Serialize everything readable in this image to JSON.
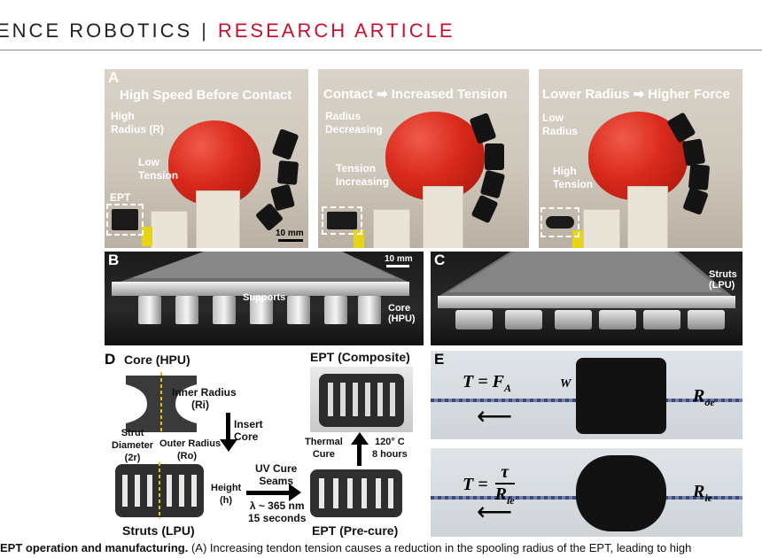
{
  "header": {
    "journal": "ENCE ROBOTICS",
    "separator": "|",
    "section": "RESEARCH ARTICLE"
  },
  "figure": {
    "panelA": {
      "label": "A",
      "sub1": {
        "title": "High Speed Before Contact",
        "text1": "High",
        "text2": "Radius (R)",
        "text3": "Low",
        "text4": "Tension",
        "ept": "EPT",
        "scale": "10 mm"
      },
      "sub2": {
        "title_left": "Contact",
        "title_right": "Increased Tension",
        "text1": "Radius",
        "text2": "Decreasing",
        "text3": "Tension",
        "text4": "Increasing"
      },
      "sub3": {
        "title_left": "Lower Radius",
        "title_right": "Higher Force",
        "text1": "Low",
        "text2": "Radius",
        "text3": "High",
        "text4": "Tension"
      }
    },
    "panelB": {
      "label": "B",
      "scale": "10 mm",
      "supports": "Supports",
      "core1": "Core",
      "core2": "(HPU)"
    },
    "panelC": {
      "label": "C",
      "struts1": "Struts",
      "struts2": "(LPU)"
    },
    "panelD": {
      "label": "D",
      "core_title": "Core (HPU)",
      "inner1": "Inner Radius",
      "inner2": "(Ri)",
      "insert1": "Insert",
      "insert2": "Core",
      "strut1": "Strut",
      "strut2": "Diameter",
      "strut3": "(2r)",
      "outer1": "Outer Radius",
      "outer2": "(Ro)",
      "height1": "Height",
      "height2": "(h)",
      "struts_title": "Struts (LPU)",
      "uv1": "UV Cure",
      "uv2": "Seams",
      "uv3": "λ ~ 365 nm",
      "uv4": "15 seconds",
      "precure": "EPT (Pre-cure)",
      "composite": "EPT (Composite)",
      "thermal1": "Thermal",
      "thermal2": "Cure",
      "temp1": "120° C",
      "temp2": "8 hours"
    },
    "panelE": {
      "label": "E",
      "eq1": "T = F",
      "eq1_sub": "A",
      "w": "W",
      "roe": "R",
      "roe_sub": "oe",
      "eq2_left": "T =",
      "eq2_num": "τ",
      "eq2_den": "R",
      "eq2_den_sub": "ie",
      "rie": "R",
      "rie_sub": "ie"
    }
  },
  "caption": {
    "lead": "EPT operation and manufacturing.",
    "body": " (A) Increasing tendon tension causes a reduction in the spooling radius of the EPT, leading to high"
  }
}
